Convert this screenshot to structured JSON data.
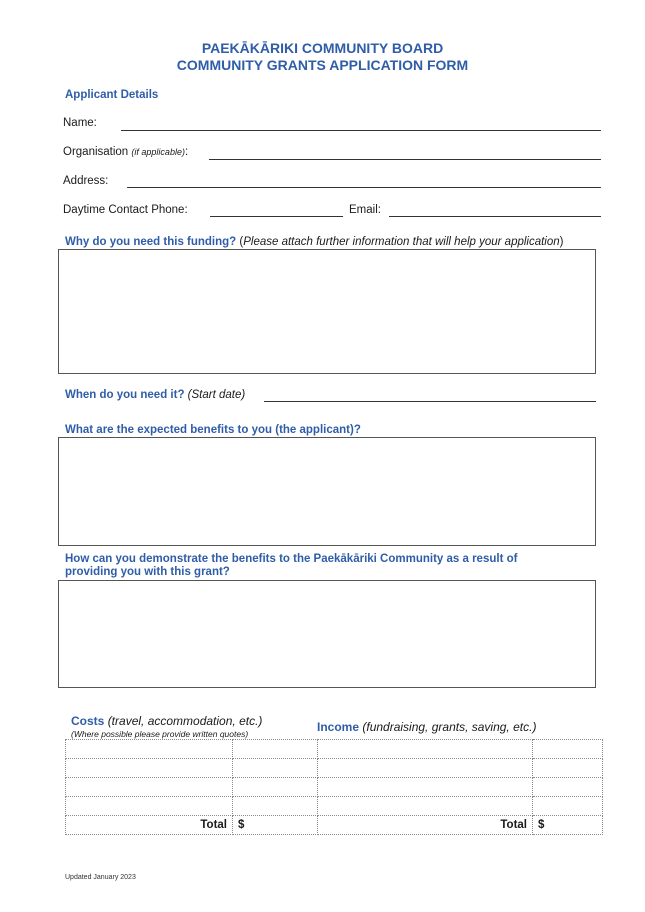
{
  "header": {
    "title_line1": "PAEKĀKĀRIKI COMMUNITY BOARD",
    "title_line2": "COMMUNITY GRANTS APPLICATION FORM"
  },
  "applicant": {
    "heading": "Applicant Details",
    "name_label": "Name:",
    "name_value": "",
    "organisation_label": "Organisation",
    "organisation_note": "(if applicable)",
    "organisation_colon": ":",
    "organisation_value": "",
    "address_label": "Address:",
    "address_value": "",
    "phone_label": "Daytime Contact Phone:",
    "phone_value": "",
    "email_label": "Email:",
    "email_value": ""
  },
  "funding": {
    "question": "Why do you need this funding?",
    "note_open": " (",
    "note": "Please attach further information that will help your application",
    "note_close": ")",
    "answer": ""
  },
  "start_date": {
    "question": "When do you need it?",
    "note": "(Start date)",
    "value": ""
  },
  "benefits_applicant": {
    "question": "What are the expected benefits to you (the applicant)?",
    "answer": ""
  },
  "benefits_community": {
    "question_line1": "How can you demonstrate the benefits to the Paekākāriki Community as a result of",
    "question_line2": "providing you with this grant?",
    "answer": ""
  },
  "costs": {
    "heading": "Costs",
    "heading_note": "(travel, accommodation, etc.)",
    "subnote": "(Where possible please provide written quotes)",
    "rows": [
      {
        "item": "",
        "amount": ""
      },
      {
        "item": "",
        "amount": ""
      },
      {
        "item": "",
        "amount": ""
      },
      {
        "item": "",
        "amount": ""
      }
    ],
    "total_label": "Total",
    "total_currency": "$"
  },
  "income": {
    "heading": "Income",
    "heading_note": "(fundraising, grants, saving, etc.)",
    "rows": [
      {
        "item": "",
        "amount": ""
      },
      {
        "item": "",
        "amount": ""
      },
      {
        "item": "",
        "amount": ""
      },
      {
        "item": "",
        "amount": ""
      }
    ],
    "total_label": "Total",
    "total_currency": "$"
  },
  "footer": {
    "updated": "Updated January 2023"
  },
  "colors": {
    "heading_blue": "#2f5da8",
    "text": "#1a1a1a",
    "box_border": "#555555"
  }
}
